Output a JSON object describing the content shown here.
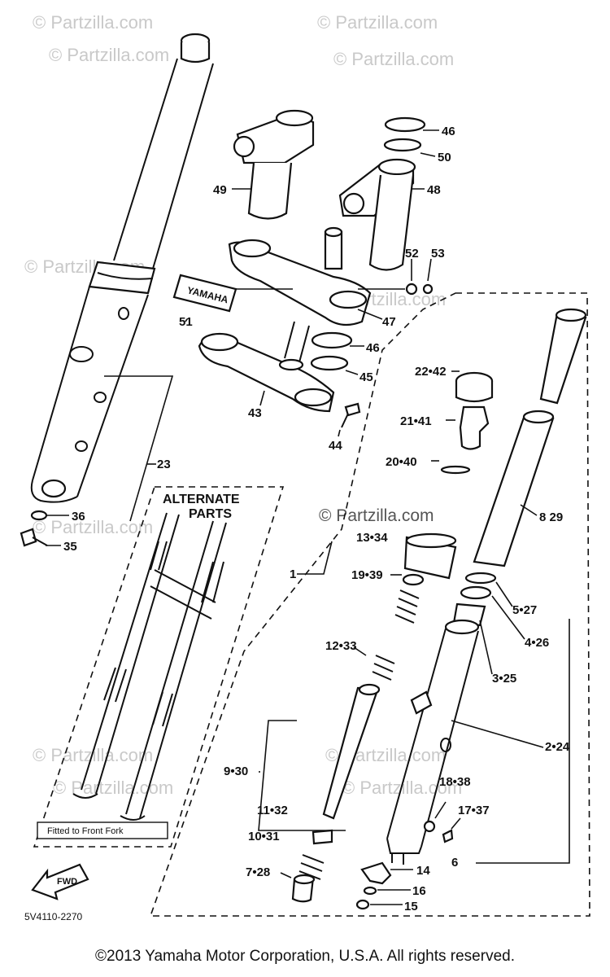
{
  "watermarks": [
    "© Partzilla.com",
    "© Partzilla.com",
    "© Partzilla.com",
    "© Partzilla.com",
    "© Partzilla.com",
    "© Partzilla.com",
    "© Partzilla.com",
    "© Partzilla.com",
    "© Partzilla.com",
    "© Partzilla.com",
    "© Partzilla.com"
  ],
  "center_watermark": "© Partzilla.com",
  "alternate_parts": {
    "line1": "ALTERNATE",
    "line2": "PARTS",
    "note": "Fitted to Front Fork"
  },
  "fwd_label": "FWD",
  "emblem_text": "YAMAHA",
  "drawing_code": "5V4110-2270",
  "copyright": "©2013 Yamaha Motor Corporation, U.S.A. All rights reserved.",
  "callouts": {
    "c46a": "46",
    "c50": "50",
    "c49": "49",
    "c48": "48",
    "c52": "52",
    "c53": "53",
    "c51": "51",
    "c47": "47",
    "c46b": "46",
    "c45": "45",
    "c43": "43",
    "c44": "44",
    "c22_42": "22•42",
    "c21_41": "21•41",
    "c20_40": "20•40",
    "c13_34": "13•34",
    "c8_29": "8 29",
    "c1": "1",
    "c19_39": "19•39",
    "c5_27": "5•27",
    "c4_26": "4•26",
    "c12_33": "12•33",
    "c3_25": "3•25",
    "c2_24": "2•24",
    "c9_30": "9•30",
    "c18_38": "18•38",
    "c17_37": "17•37",
    "c11_32": "11•32",
    "c10_31": "10•31",
    "c6": "6",
    "c7_28": "7•28",
    "c14": "14",
    "c16": "16",
    "c15": "15",
    "c23": "23",
    "c36": "36",
    "c35": "35"
  }
}
